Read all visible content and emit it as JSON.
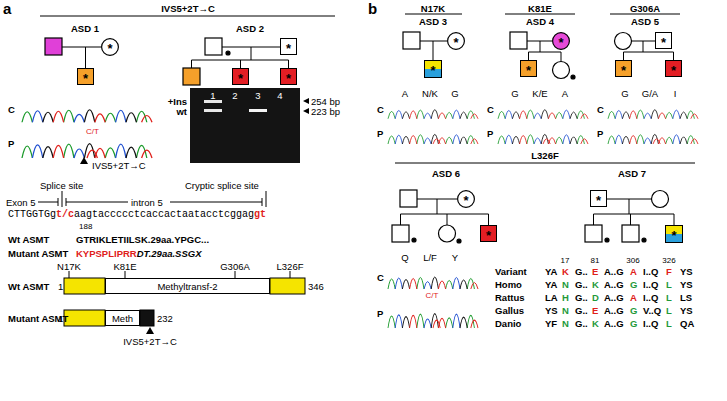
{
  "diagram": {
    "nodes": [
      {
        "text": [
          "*"
        ]
      },
      {
        "text": [
          "*"
        ]
      },
      {
        "text": [
          "*"
        ]
      },
      {
        "text": [
          "*"
        ]
      },
      {
        "text": [
          "*"
        ]
      },
      {
        "text": [
          "*"
        ]
      },
      {
        "text": [
          "*"
        ]
      },
      {
        "text": [
          "*"
        ]
      },
      {
        "text": [
          "*"
        ]
      },
      {
        "text": [
          "*"
        ]
      },
      {
        "text": [
          "*"
        ]
      },
      {
        "text": [
          "*"
        ]
      },
      {
        "text": [
          "*"
        ]
      },
      {
        "text": [
          "*"
        ]
      },
      {
        "text": [
          "*"
        ]
      },
      {
        "text": [
          "*"
        ]
      },
      {
        "text": [
          "Methyltransf-2"
        ]
      },
      {
        "text": [
          "Meth"
        ]
      }
    ],
    "labels": [
      "a",
      "IVS5+2T→C",
      "ASD 1",
      "ASD 2",
      "C",
      "P",
      "C/T",
      "IVS5+2T→C",
      "1",
      "2",
      "3",
      "4",
      "+Ins",
      "wt",
      "254 bp",
      "223 bp",
      "Splice site",
      "Cryptic splice site",
      "Exon 5",
      "intron 5",
      "CTTGGTGg",
      "t/c",
      "aagtaccccctcaccactaatacctcggag",
      "gt",
      "188",
      "Wt ASMT",
      "GTRIKLETIILSK.29aa.YPGC...",
      "Mutant ASMT",
      "KYPSPLIPRR",
      "DT.29aa.SSGX",
      "N17K",
      "K81E",
      "G306A",
      "L326F",
      "Wt ASMT",
      "1",
      "346",
      "Mutant ASMT",
      "1",
      "232",
      "IVS5+2T→C",
      "b",
      "N17K",
      "ASD 3",
      "K81E",
      "ASD 4",
      "G306A",
      "ASD 5",
      "A",
      "N/K",
      "G",
      "C",
      "P",
      "G",
      "K/E",
      "A",
      "C",
      "P",
      "G",
      "G/A",
      "I",
      "C",
      "P",
      "L326F",
      "ASD 6",
      "ASD 7",
      "Q",
      "L/F",
      "Y",
      "C",
      "P",
      "C/T",
      "17",
      "81",
      "306",
      "326",
      "Variant",
      "YA",
      "K",
      "G..",
      "E",
      "A..G",
      "A",
      "I..Q",
      "F",
      "YS",
      "Homo",
      "YA",
      "N",
      "G..",
      "K",
      "A..G",
      "G",
      "I..Q",
      "L",
      "YS",
      "Rattus",
      "LA",
      "H",
      "G..",
      "D",
      "A..G",
      "A",
      "I..Q",
      "L",
      "LS",
      "Gallus",
      "YS",
      "N",
      "G..",
      "E",
      "A..G",
      "G",
      "V..Q",
      "L",
      "YS",
      "Danio",
      "YF",
      "N",
      "G..",
      "K",
      "A..G",
      "G",
      "I..Q",
      "L",
      "QA"
    ]
  }
}
